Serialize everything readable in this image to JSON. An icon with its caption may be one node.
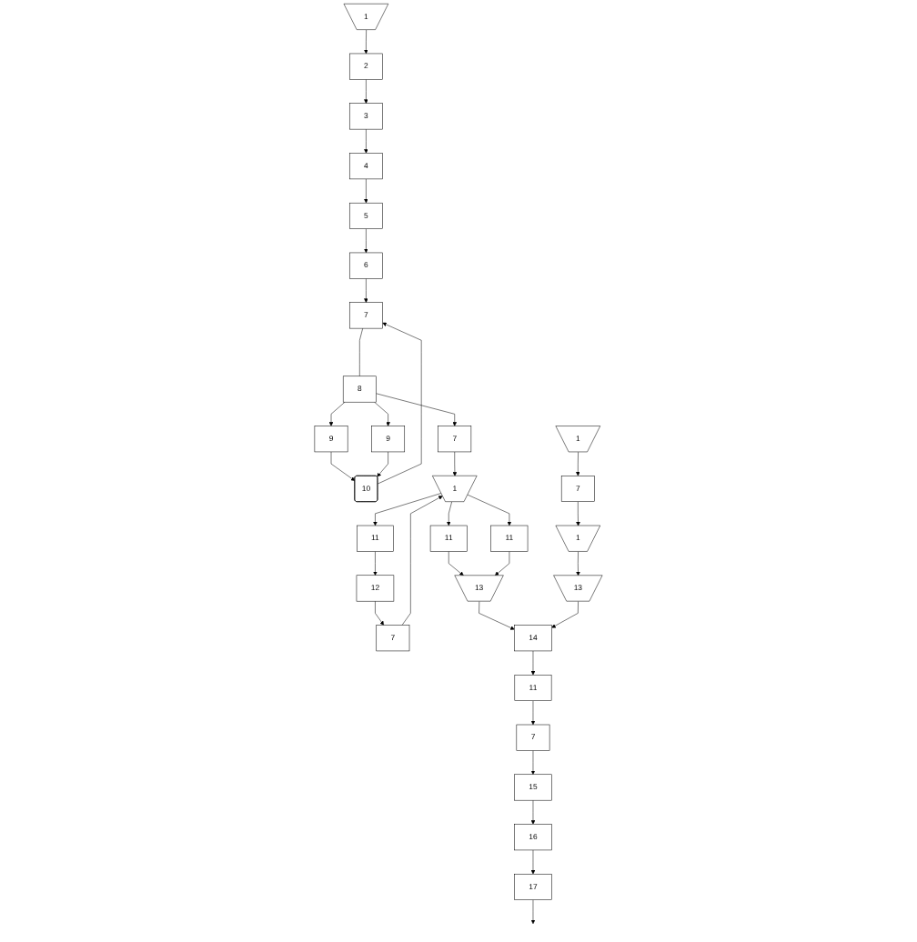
{
  "diagram": {
    "nodes": [
      {
        "text": [
          "1"
        ]
      },
      {
        "text": [
          "3"
        ]
      },
      {
        "text": [
          "4"
        ]
      },
      {
        "text": [
          "7"
        ]
      },
      {
        "text": [
          "8"
        ]
      },
      {
        "text": [
          "2"
        ]
      },
      {
        "text": [
          "5"
        ]
      },
      {
        "text": [
          "6"
        ]
      },
      {
        "text": [
          "9"
        ]
      },
      {
        "text": [
          "9"
        ]
      },
      {
        "text": [
          "10"
        ]
      },
      {
        "text": [
          "1"
        ]
      },
      {
        "text": [
          "7"
        ]
      },
      {
        "text": [
          "7"
        ]
      },
      {
        "text": [
          "11"
        ]
      },
      {
        "text": [
          "1"
        ]
      },
      {
        "text": [
          "7"
        ]
      },
      {
        "text": [
          "11"
        ]
      },
      {
        "text": [
          "11"
        ]
      },
      {
        "text": [
          "12"
        ]
      },
      {
        "text": [
          "13"
        ]
      },
      {
        "text": [
          "13"
        ]
      },
      {
        "text": [
          "1"
        ]
      },
      {
        "text": [
          "15"
        ]
      },
      {
        "text": [
          "16"
        ]
      },
      {
        "text": [
          "7"
        ]
      },
      {
        "text": [
          "14"
        ]
      },
      {
        "text": [
          "11"
        ]
      },
      {
        "text": [
          "17"
        ]
      }
    ],
    "edges": [
      {
        "from": 0,
        "to": 5,
        "arrow": "to"
      },
      {
        "from": 5,
        "to": 1,
        "arrow": "to"
      },
      {
        "from": 1,
        "to": 2,
        "arrow": "to"
      },
      {
        "from": 2,
        "to": 6,
        "arrow": "to"
      },
      {
        "from": 6,
        "to": 7,
        "arrow": "to"
      },
      {
        "from": 7,
        "to": 3,
        "arrow": "to"
      },
      {
        "from": 3,
        "to": 4,
        "arrow": "none"
      },
      {
        "from": 4,
        "to": 8,
        "arrow": "to"
      },
      {
        "from": 4,
        "to": 9,
        "arrow": "to"
      },
      {
        "from": 8,
        "to": 10,
        "arrow": "to"
      },
      {
        "from": 9,
        "to": 10,
        "arrow": "to"
      },
      {
        "from": 10,
        "to": 3,
        "arrow": "to"
      },
      {
        "from": 4,
        "to": 13,
        "arrow": "to"
      },
      {
        "from": 12,
        "to": 11,
        "arrow": "to"
      },
      {
        "from": 13,
        "to": 11,
        "arrow": "to"
      },
      {
        "from": 11,
        "to": 14,
        "arrow": "to"
      },
      {
        "from": 11,
        "to": 17,
        "arrow": "to"
      },
      {
        "from": 11,
        "to": 18,
        "arrow": "to"
      },
      {
        "from": 14,
        "to": 19,
        "arrow": "to"
      },
      {
        "from": 19,
        "to": 12,
        "arrow": "to"
      },
      {
        "from": 17,
        "to": 20,
        "arrow": "to"
      },
      {
        "from": 18,
        "to": 20,
        "arrow": "to"
      },
      {
        "from": 16,
        "to": 15,
        "arrow": "to"
      },
      {
        "from": 15,
        "to": 21,
        "arrow": "to"
      },
      {
        "from": 22,
        "to": 16,
        "arrow": "to"
      },
      {
        "from": 20,
        "to": 26,
        "arrow": "to"
      },
      {
        "from": 21,
        "to": 26,
        "arrow": "to"
      },
      {
        "from": 26,
        "to": 27,
        "arrow": "to"
      },
      {
        "from": 27,
        "to": 25,
        "arrow": "to"
      },
      {
        "from": 25,
        "to": 23,
        "arrow": "to"
      },
      {
        "from": 23,
        "to": 24,
        "arrow": "to"
      },
      {
        "from": 24,
        "to": 28,
        "arrow": "to"
      },
      {
        "from": 28,
        "to": null,
        "arrow": "to"
      }
    ]
  }
}
